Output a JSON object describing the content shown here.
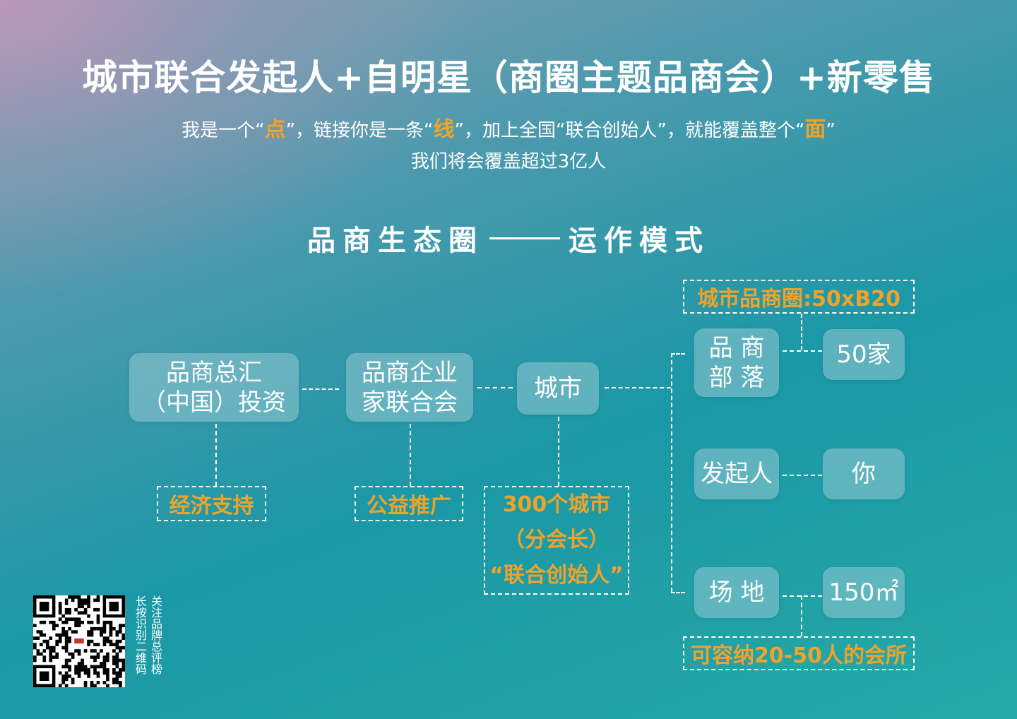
{
  "header": {
    "title": "城市联合发起人+自明星（商圈主题品商会）+新零售",
    "sub1": {
      "p1": "我是一个“",
      "h1": "点",
      "p2": "”，链接你是一条“",
      "h2": "线",
      "p3": "”，加上全国“联合创始人”，就能覆盖整个“",
      "h3": "面",
      "p4": "”"
    },
    "sub2": "我们将会覆盖超过3亿人"
  },
  "section": {
    "left": "品商生态圈",
    "right": "运作模式"
  },
  "nodes": {
    "invest": {
      "line1": "品商总汇",
      "line2": "（中国）投资"
    },
    "federation": {
      "line1": "品商企业",
      "line2": "家联合会"
    },
    "city": "城市",
    "tribe": {
      "line1": "品 商",
      "line2": "部 落"
    },
    "tribe_value": "50家",
    "initiator": "发起人",
    "initiator_value": "你",
    "venue": "场 地",
    "venue_value": "150㎡"
  },
  "labels": {
    "economic": "经济支持",
    "charity": "公益推广",
    "cities": {
      "line1": "300个城市",
      "line2": "（分会长）",
      "line3": "“联合创始人”"
    },
    "circle": "城市品商圈:50xB20",
    "club": "可容纳20-50人的会所"
  },
  "qr": {
    "caption_col1": "关注品牌总评榜",
    "caption_col2": "长按识别二维码"
  },
  "colors": {
    "accent": "#f0a32a",
    "box": "#96c8d2",
    "text": "#ffffff"
  }
}
